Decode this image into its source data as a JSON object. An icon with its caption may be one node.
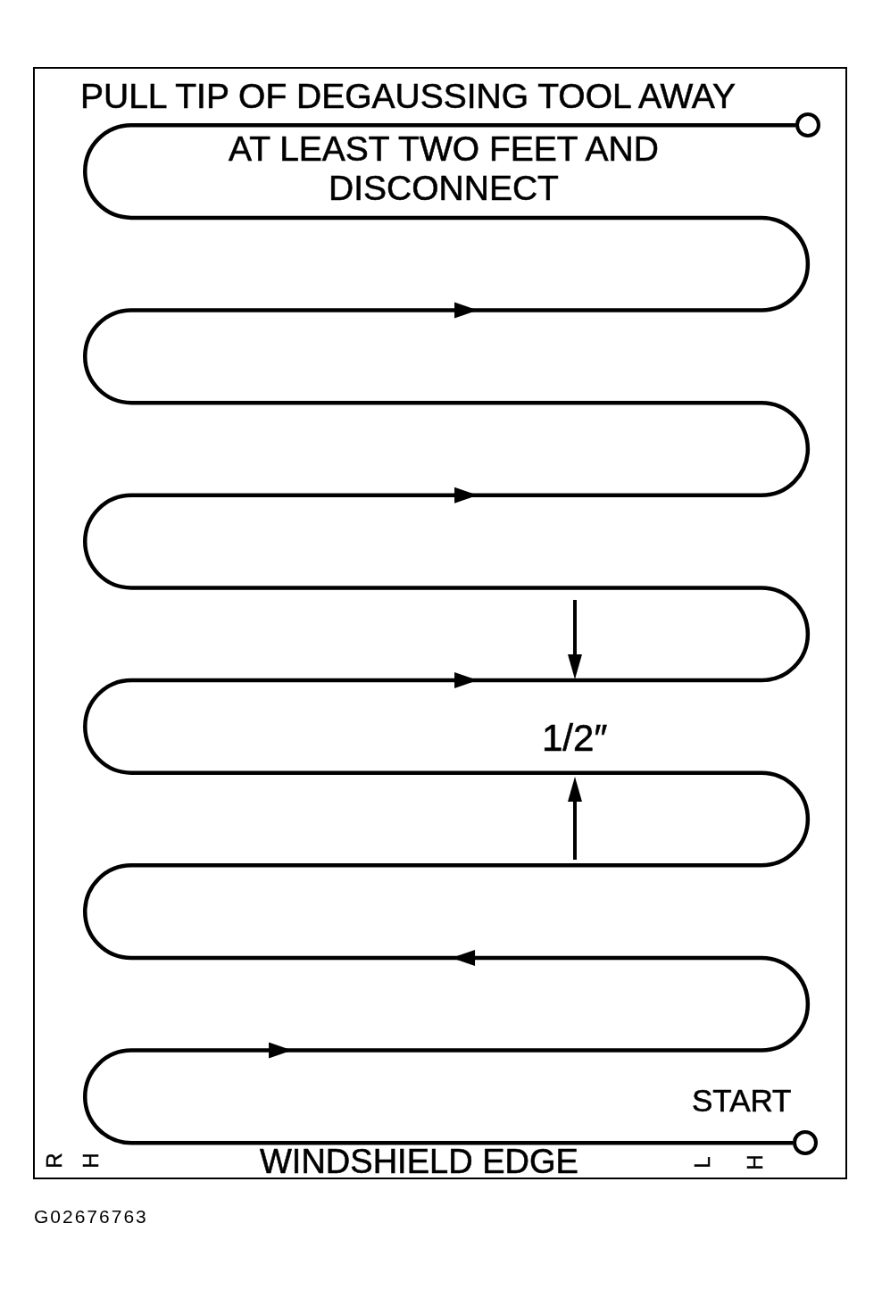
{
  "diagram": {
    "nodes": [
      {
        "text": [],
        "shape": "circle"
      },
      {
        "text": [],
        "shape": "circle",
        "beside": [
          "START"
        ]
      }
    ],
    "edges": [
      {
        "from": 1,
        "to": 0,
        "arrow": "to"
      }
    ],
    "labels": [
      "PULL TIP OF DEGAUSSING TOOL AWAY",
      "AT LEAST TWO FEET AND DISCONNECT",
      "1/2″",
      "RH",
      "WINDSHIELD EDGE",
      "LH"
    ],
    "caption": "G02676763"
  }
}
